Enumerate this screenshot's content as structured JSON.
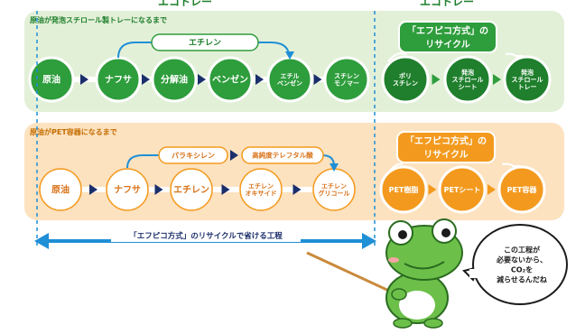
{
  "header": {
    "left_fragment": "エコトレー",
    "right_fragment": "エコトレー"
  },
  "section_styrofoam": {
    "title": "原油が発泡スチロール製トレーになるまで",
    "nodes": [
      "原油",
      "ナフサ",
      "分解油",
      "ベンゼン",
      "エチル\nベンゼン",
      "スチレン\nモノマー"
    ],
    "bypass_label": "エチレン",
    "recycle_title_line1": "「エフピコ方式」の",
    "recycle_title_line2": "リサイクル",
    "recycle_nodes": [
      "ポリ\nスチレン",
      "発泡\nスチロール\nシート",
      "発泡\nスチロール\nトレー"
    ]
  },
  "section_pet": {
    "title": "原油がPET容器になるまで",
    "nodes": [
      "原油",
      "ナフサ",
      "エチレン",
      "エチレン\nオキサイド",
      "エチレン\nグリコール"
    ],
    "upper_labels": [
      "パラキシレン",
      "高純度テレフタル酸"
    ],
    "recycle_title_line1": "「エフピコ方式」の",
    "recycle_title_line2": "リサイクル",
    "recycle_nodes": [
      "PET樹脂",
      "PETシート",
      "PET容器"
    ]
  },
  "saved_process_label": "「エフピコ方式」のリサイクルで省ける工程",
  "speech_bubble": "この工程が\n必要ないから、\nCO₂を\n減らせるんだね",
  "colors": {
    "green": "#2e9d3c",
    "green_dark": "#1f7f2c",
    "green_panel": "#e3f0d8",
    "orange": "#f39a1e",
    "orange_panel": "#fde2c0",
    "blue": "#1f8fd6",
    "navy": "#1b2f6b",
    "frog_green": "#6cc04a"
  }
}
